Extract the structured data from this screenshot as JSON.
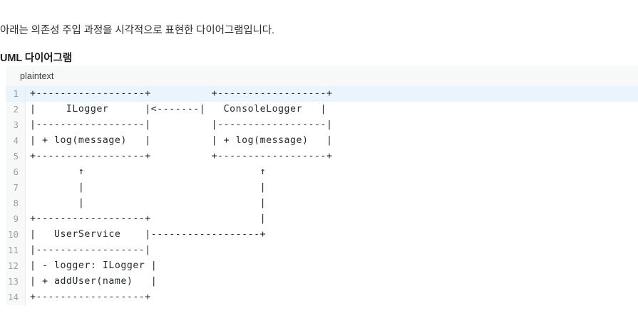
{
  "document": {
    "intro_paragraph": "아래는 의존성 주입 과정을 시각적으로 표현한 다이어그램입니다.",
    "section_heading": "UML 다이어그램"
  },
  "code_block": {
    "language_label": "plaintext",
    "highlighted_line": 1,
    "line_numbers": [
      1,
      2,
      3,
      4,
      5,
      6,
      7,
      8,
      9,
      10,
      11,
      12,
      13,
      14
    ],
    "lines": [
      "+------------------+          +------------------+",
      "|     ILogger      |<-------|   ConsoleLogger   |",
      "|------------------|          |------------------|",
      "| + log(message)   |          | + log(message)   |",
      "+------------------+          +------------------+",
      "        ↑                             ↑",
      "        |                             |",
      "        |                             |",
      "+------------------+                  |",
      "|   UserService    |------------------+",
      "|------------------|",
      "| - logger: ILogger |",
      "| + addUser(name)   |",
      "+------------------+"
    ],
    "diagram": {
      "type": "uml-class-diagram",
      "classes": [
        {
          "name": "ILogger",
          "stereotype": "interface",
          "members": [
            "+ log(message)"
          ]
        },
        {
          "name": "ConsoleLogger",
          "stereotype": "class",
          "members": [
            "+ log(message)"
          ]
        },
        {
          "name": "UserService",
          "stereotype": "class",
          "members": [
            "- logger: ILogger",
            "+ addUser(name)"
          ]
        }
      ],
      "relations": [
        {
          "from": "ConsoleLogger",
          "to": "ILogger",
          "kind": "implements",
          "glyph": "<-------"
        },
        {
          "from": "UserService",
          "to": "ILogger",
          "kind": "depends-on",
          "glyph": "↑"
        },
        {
          "from": "UserService",
          "to": "ConsoleLogger",
          "kind": "injected-with",
          "glyph": "↑"
        }
      ]
    }
  },
  "colors": {
    "page_background": "#ffffff",
    "header_background": "#f7f8f8",
    "gutter_background": "#f7f8f8",
    "highlight_background": "#eaf4fd",
    "code_text": "#24292f",
    "line_number_text": "#9aa0a6",
    "body_text": "#2b2f33"
  }
}
